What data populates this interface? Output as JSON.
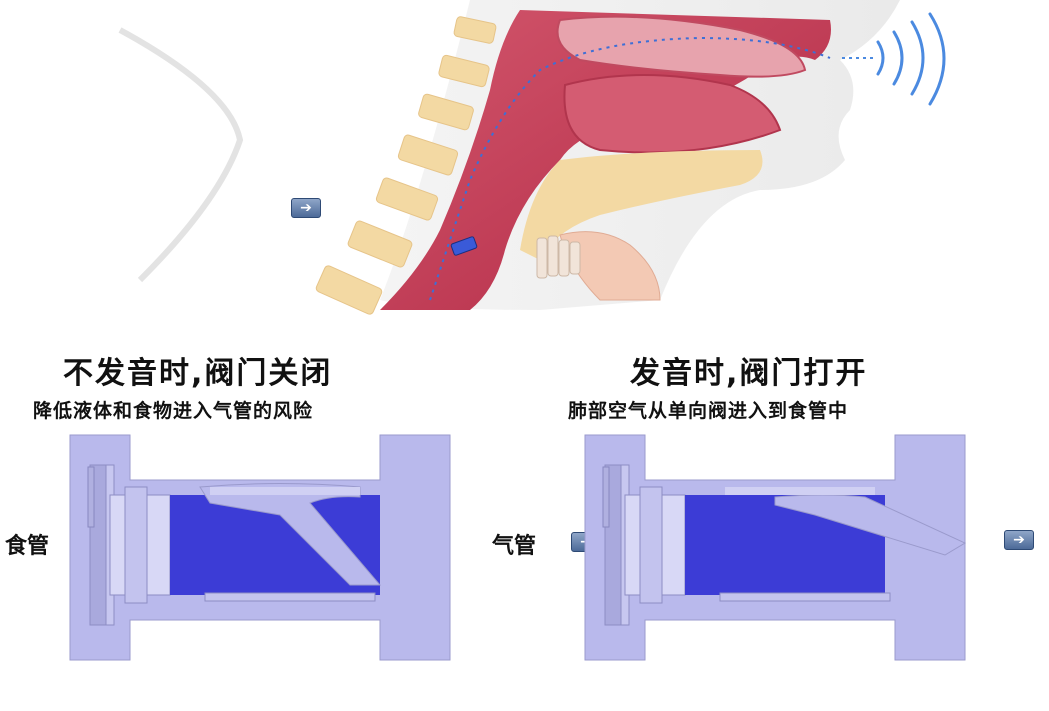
{
  "closed_panel": {
    "title": "不发音时,阀门关闭",
    "subtitle": "降低液体和食物进入气管的风险",
    "label": "食管"
  },
  "open_panel": {
    "title": "发音时,阀门打开",
    "subtitle": "肺部空气从单向阀进入到食管中",
    "label": "气管"
  },
  "icons": {
    "arrow": "right-arrow-icon",
    "sound": "sound-waves-icon"
  },
  "colors": {
    "valve_body": "#b9b9ec",
    "valve_core": "#3c3cd6",
    "tissue": "#c0344f",
    "bone": "#f3d9a3"
  }
}
